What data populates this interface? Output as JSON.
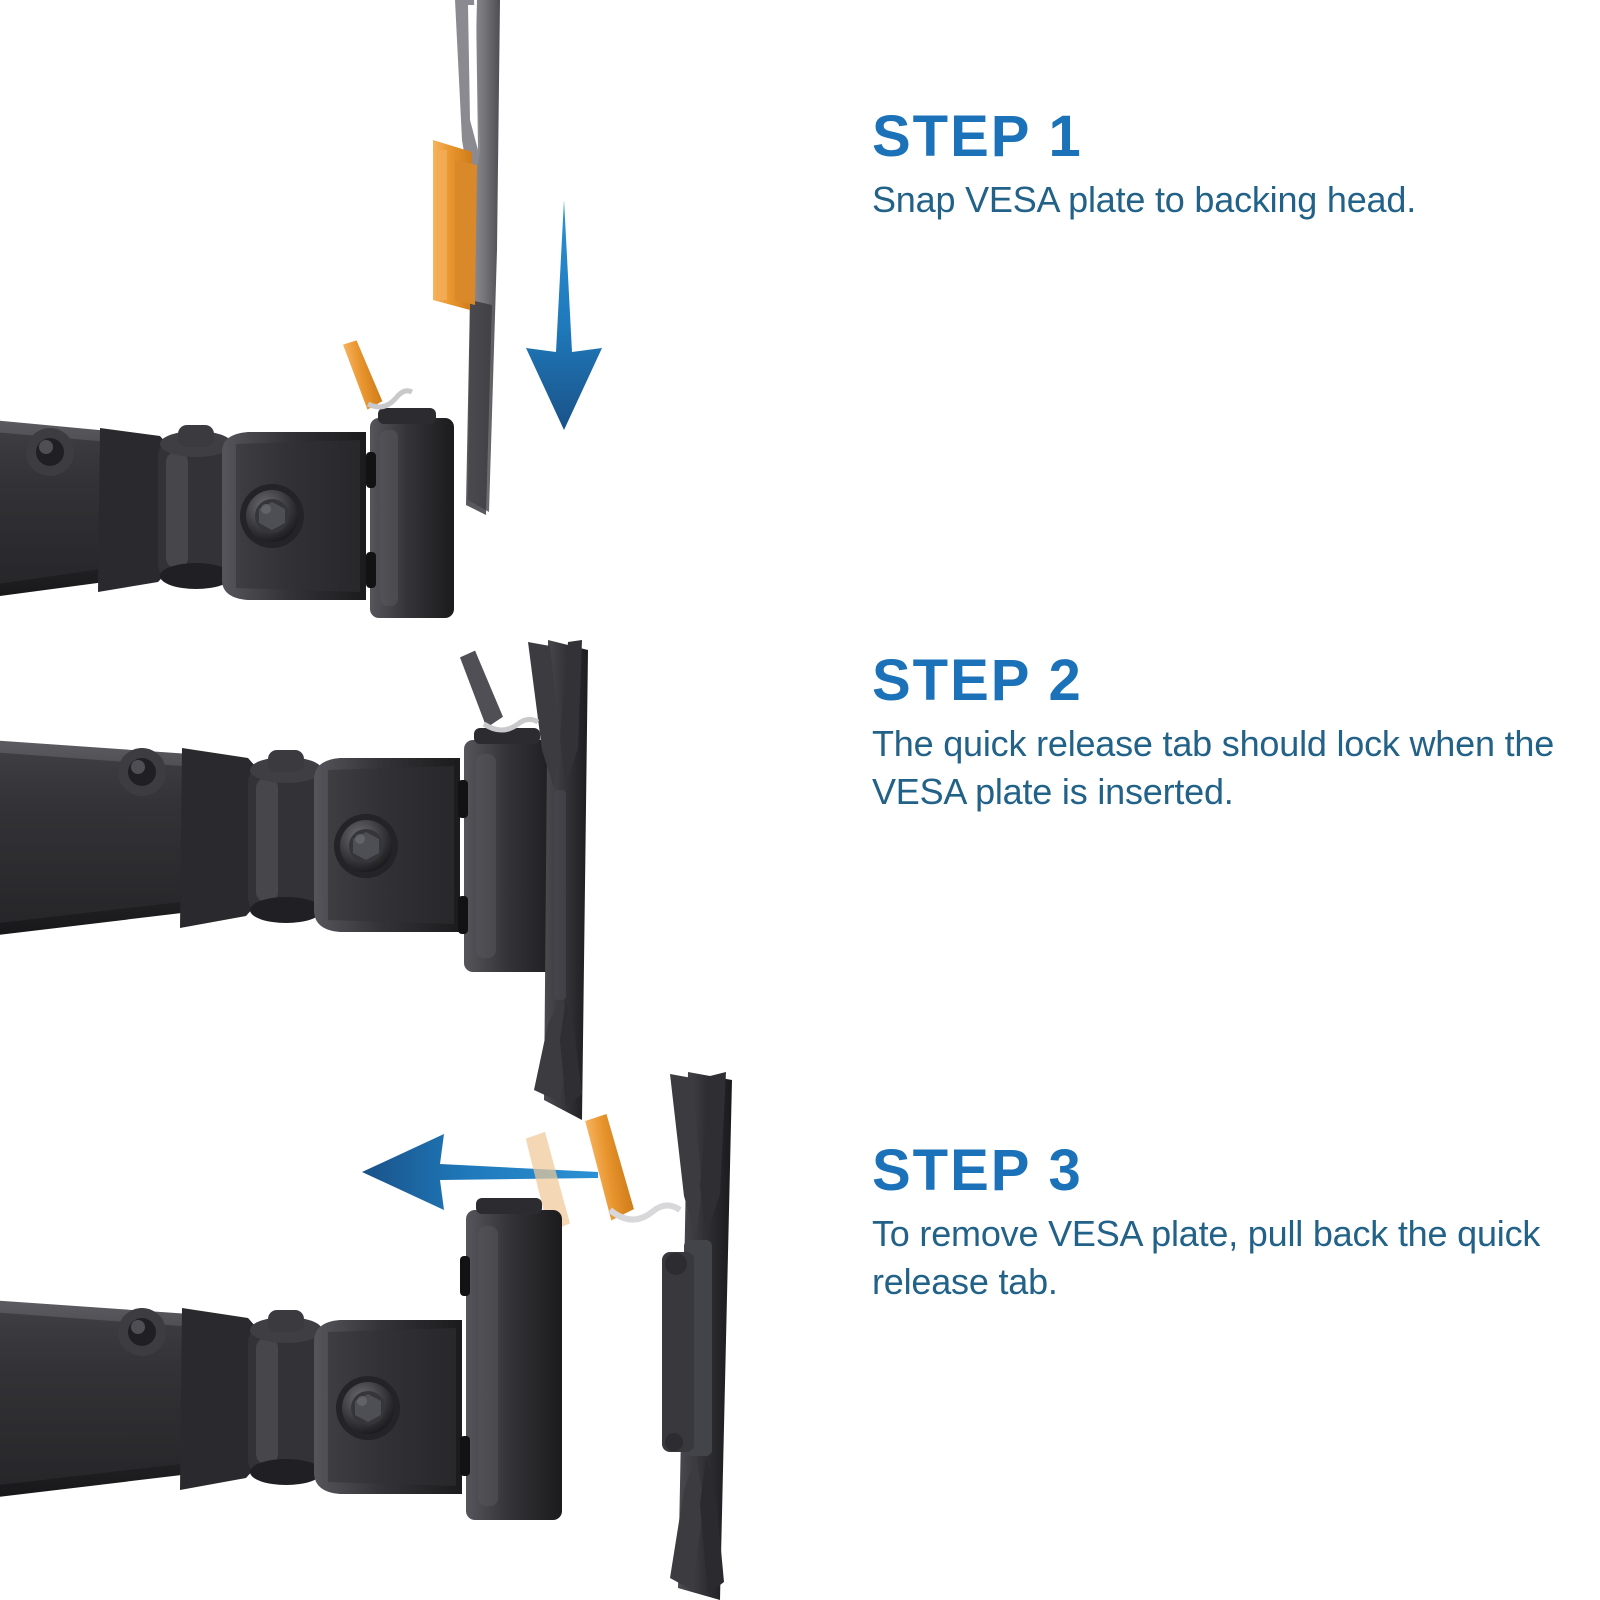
{
  "document": {
    "type": "instruction-diagram",
    "subject": "Monitor arm VESA plate quick-release instructions",
    "background_color": "#ffffff"
  },
  "palette": {
    "heading_blue": "#1b72b8",
    "body_blue": "#226288",
    "arrow_blue_light": "#1f86c8",
    "arrow_blue_dark": "#1d5d96",
    "tab_orange": "#e8952e",
    "tab_orange_ghost": "#f0c999",
    "metal_dark": "#2b2b2d",
    "metal_mid": "#4a4a4e",
    "metal_light": "#6e6e74",
    "plate_gray": "#7d7d82",
    "wire_silver": "#c9c9cc"
  },
  "steps": [
    {
      "id": "step-1",
      "title": "STEP 1",
      "body": "Snap VESA plate to backing head.",
      "arrow": {
        "name": "down-arrow",
        "direction": "down",
        "color": "#1d5d96"
      },
      "tab_state": "unlocked",
      "tab_color": "#e8952e"
    },
    {
      "id": "step-2",
      "title": "STEP 2",
      "body": "The quick release tab should lock when the VESA plate is inserted.",
      "arrow": null,
      "tab_state": "locked",
      "tab_color": "#4a4a4e"
    },
    {
      "id": "step-3",
      "title": "STEP 3",
      "body": "To remove VESA plate, pull back the quick release tab.",
      "arrow": {
        "name": "left-arrow",
        "direction": "left",
        "color": "#1d5d96"
      },
      "tab_state": "pulled-back",
      "tab_color": "#e8952e"
    }
  ],
  "illustration_labels": {
    "monitor_arm": "monitor-arm",
    "arm_segment": "arm-segment",
    "ball_joint": "ball-joint",
    "tilt_barrel": "tilt-barrel",
    "pivot_plate": "pivot-plate",
    "tension_bolt": "tension-bolt",
    "backing_head": "backing-head-block",
    "vesa_plate": "vesa-plate",
    "quick_release_tab": "quick-release-tab",
    "release_wire": "release-wire"
  }
}
